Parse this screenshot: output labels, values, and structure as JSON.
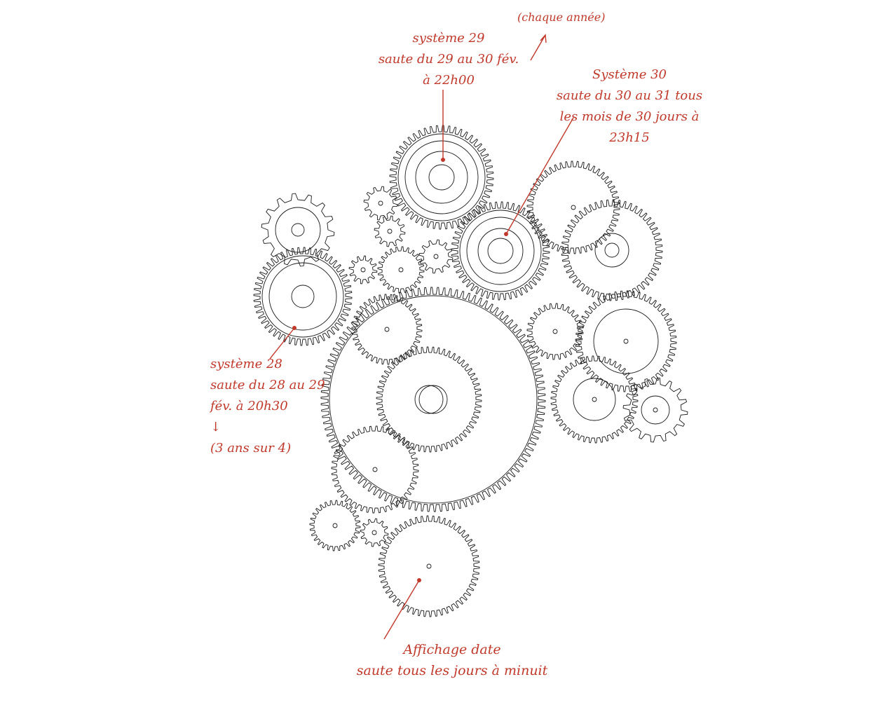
{
  "colors": {
    "ink": "#1a1a1a",
    "annotation": "#c0392b",
    "background": "#ffffff"
  },
  "annotations": {
    "systeme_29": {
      "lines": [
        "système 29",
        "saute du 29 au 30 fév.",
        "à 22h00"
      ]
    },
    "chaque_annee": "(chaque année)",
    "systeme_30": {
      "lines": [
        "Système 30",
        "saute du 30 au 31 tous",
        "les mois de 30 jours à",
        "23h15"
      ]
    },
    "systeme_28": {
      "lines": [
        "système 28",
        "saute du 28 au 29",
        "fév. à 20h30",
        "↓",
        "(3 ans sur 4)"
      ]
    },
    "affichage_date": {
      "lines": [
        "Affichage date",
        "saute tous les jours à minuit"
      ]
    }
  }
}
